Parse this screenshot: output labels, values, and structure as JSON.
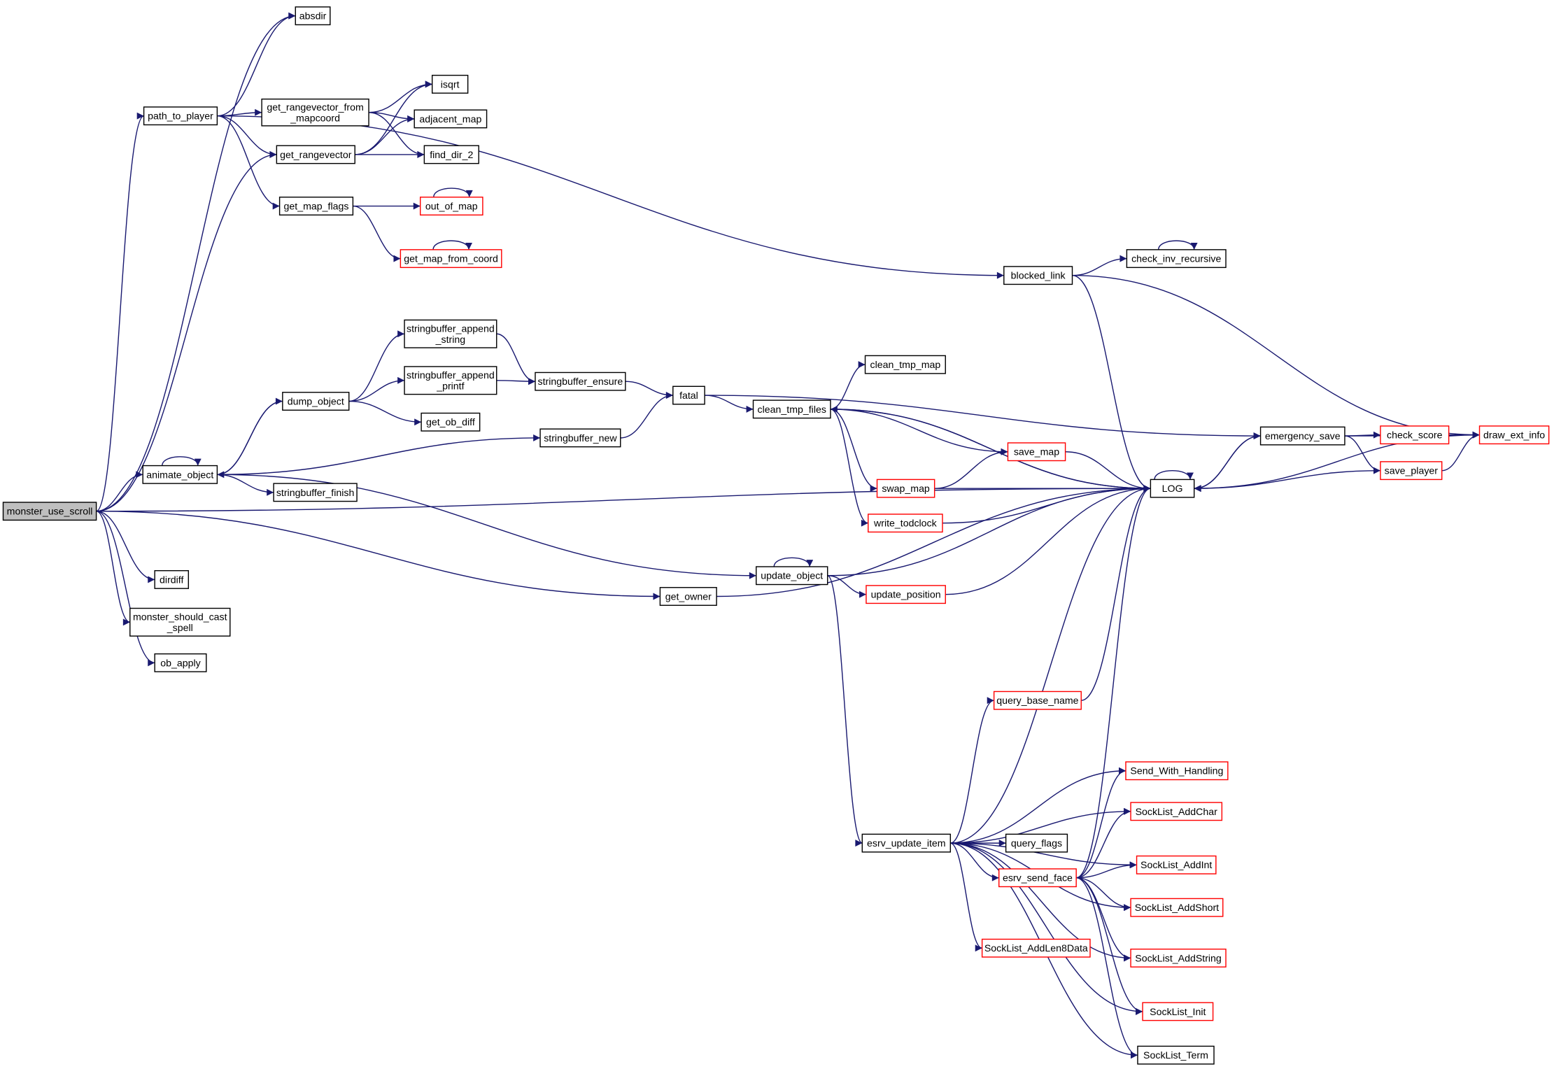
{
  "graph": {
    "root": "monster_use_scroll",
    "edge_color": "#191970",
    "highlight_border_color": "#ff0000",
    "root_fill": "#bfbfbf",
    "nodes": [
      {
        "id": "monster_use_scroll",
        "label": [
          "monster_use_scroll"
        ],
        "red": false
      },
      {
        "id": "absdir",
        "label": [
          "absdir"
        ],
        "red": false
      },
      {
        "id": "path_to_player",
        "label": [
          "path_to_player"
        ],
        "red": false
      },
      {
        "id": "get_rangevector_from_mapcoord",
        "label": [
          "get_rangevector_from",
          "_mapcoord"
        ],
        "red": false
      },
      {
        "id": "isqrt",
        "label": [
          "isqrt"
        ],
        "red": false
      },
      {
        "id": "adjacent_map",
        "label": [
          "adjacent_map"
        ],
        "red": false
      },
      {
        "id": "find_dir_2",
        "label": [
          "find_dir_2"
        ],
        "red": false
      },
      {
        "id": "get_rangevector",
        "label": [
          "get_rangevector"
        ],
        "red": false
      },
      {
        "id": "get_map_flags",
        "label": [
          "get_map_flags"
        ],
        "red": false
      },
      {
        "id": "out_of_map",
        "label": [
          "out_of_map"
        ],
        "red": true
      },
      {
        "id": "get_map_from_coord",
        "label": [
          "get_map_from_coord"
        ],
        "red": true
      },
      {
        "id": "blocked_link",
        "label": [
          "blocked_link"
        ],
        "red": false
      },
      {
        "id": "check_inv_recursive",
        "label": [
          "check_inv_recursive"
        ],
        "red": false
      },
      {
        "id": "stringbuffer_append_string",
        "label": [
          "stringbuffer_append",
          "_string"
        ],
        "red": false
      },
      {
        "id": "stringbuffer_append_printf",
        "label": [
          "stringbuffer_append",
          "_printf"
        ],
        "red": false
      },
      {
        "id": "stringbuffer_ensure",
        "label": [
          "stringbuffer_ensure"
        ],
        "red": false
      },
      {
        "id": "dump_object",
        "label": [
          "dump_object"
        ],
        "red": false
      },
      {
        "id": "get_ob_diff",
        "label": [
          "get_ob_diff"
        ],
        "red": false
      },
      {
        "id": "fatal",
        "label": [
          "fatal"
        ],
        "red": false
      },
      {
        "id": "clean_tmp_map",
        "label": [
          "clean_tmp_map"
        ],
        "red": false
      },
      {
        "id": "clean_tmp_files",
        "label": [
          "clean_tmp_files"
        ],
        "red": false
      },
      {
        "id": "stringbuffer_new",
        "label": [
          "stringbuffer_new"
        ],
        "red": false
      },
      {
        "id": "animate_object",
        "label": [
          "animate_object"
        ],
        "red": false
      },
      {
        "id": "stringbuffer_finish",
        "label": [
          "stringbuffer_finish"
        ],
        "red": false
      },
      {
        "id": "save_map",
        "label": [
          "save_map"
        ],
        "red": true
      },
      {
        "id": "swap_map",
        "label": [
          "swap_map"
        ],
        "red": true
      },
      {
        "id": "LOG",
        "label": [
          "LOG"
        ],
        "red": false
      },
      {
        "id": "write_todclock",
        "label": [
          "write_todclock"
        ],
        "red": true
      },
      {
        "id": "emergency_save",
        "label": [
          "emergency_save"
        ],
        "red": false
      },
      {
        "id": "check_score",
        "label": [
          "check_score"
        ],
        "red": true
      },
      {
        "id": "draw_ext_info",
        "label": [
          "draw_ext_info"
        ],
        "red": true
      },
      {
        "id": "save_player",
        "label": [
          "save_player"
        ],
        "red": true
      },
      {
        "id": "update_object",
        "label": [
          "update_object"
        ],
        "red": false
      },
      {
        "id": "update_position",
        "label": [
          "update_position"
        ],
        "red": true
      },
      {
        "id": "get_owner",
        "label": [
          "get_owner"
        ],
        "red": false
      },
      {
        "id": "dirdiff",
        "label": [
          "dirdiff"
        ],
        "red": false
      },
      {
        "id": "monster_should_cast_spell",
        "label": [
          "monster_should_cast",
          "_spell"
        ],
        "red": false
      },
      {
        "id": "ob_apply",
        "label": [
          "ob_apply"
        ],
        "red": false
      },
      {
        "id": "query_base_name",
        "label": [
          "query_base_name"
        ],
        "red": true
      },
      {
        "id": "Send_With_Handling",
        "label": [
          "Send_With_Handling"
        ],
        "red": true
      },
      {
        "id": "SockList_AddChar",
        "label": [
          "SockList_AddChar"
        ],
        "red": true
      },
      {
        "id": "esrv_update_item",
        "label": [
          "esrv_update_item"
        ],
        "red": false
      },
      {
        "id": "query_flags",
        "label": [
          "query_flags"
        ],
        "red": false
      },
      {
        "id": "SockList_AddInt",
        "label": [
          "SockList_AddInt"
        ],
        "red": true
      },
      {
        "id": "esrv_send_face",
        "label": [
          "esrv_send_face"
        ],
        "red": true
      },
      {
        "id": "SockList_AddShort",
        "label": [
          "SockList_AddShort"
        ],
        "red": true
      },
      {
        "id": "SockList_AddLen8Data",
        "label": [
          "SockList_AddLen8Data"
        ],
        "red": true
      },
      {
        "id": "SockList_AddString",
        "label": [
          "SockList_AddString"
        ],
        "red": true
      },
      {
        "id": "SockList_Init",
        "label": [
          "SockList_Init"
        ],
        "red": true
      },
      {
        "id": "SockList_Term",
        "label": [
          "SockList_Term"
        ],
        "red": false
      }
    ],
    "edges": [
      [
        "monster_use_scroll",
        "absdir"
      ],
      [
        "monster_use_scroll",
        "path_to_player"
      ],
      [
        "monster_use_scroll",
        "get_rangevector"
      ],
      [
        "monster_use_scroll",
        "LOG"
      ],
      [
        "monster_use_scroll",
        "animate_object"
      ],
      [
        "monster_use_scroll",
        "get_owner"
      ],
      [
        "monster_use_scroll",
        "dirdiff"
      ],
      [
        "monster_use_scroll",
        "monster_should_cast_spell"
      ],
      [
        "monster_use_scroll",
        "ob_apply"
      ],
      [
        "path_to_player",
        "absdir"
      ],
      [
        "path_to_player",
        "blocked_link"
      ],
      [
        "path_to_player",
        "get_rangevector_from_mapcoord"
      ],
      [
        "path_to_player",
        "get_rangevector"
      ],
      [
        "path_to_player",
        "get_map_flags"
      ],
      [
        "get_rangevector_from_mapcoord",
        "isqrt"
      ],
      [
        "get_rangevector_from_mapcoord",
        "adjacent_map"
      ],
      [
        "get_rangevector_from_mapcoord",
        "find_dir_2"
      ],
      [
        "get_rangevector",
        "isqrt"
      ],
      [
        "get_rangevector",
        "adjacent_map"
      ],
      [
        "get_rangevector",
        "find_dir_2"
      ],
      [
        "get_map_flags",
        "out_of_map"
      ],
      [
        "get_map_flags",
        "get_map_from_coord"
      ],
      [
        "out_of_map",
        "out_of_map"
      ],
      [
        "get_map_from_coord",
        "get_map_from_coord"
      ],
      [
        "blocked_link",
        "check_inv_recursive"
      ],
      [
        "blocked_link",
        "LOG"
      ],
      [
        "blocked_link",
        "draw_ext_info"
      ],
      [
        "check_inv_recursive",
        "check_inv_recursive"
      ],
      [
        "animate_object",
        "animate_object"
      ],
      [
        "animate_object",
        "dump_object"
      ],
      [
        "animate_object",
        "stringbuffer_new"
      ],
      [
        "animate_object",
        "stringbuffer_finish"
      ],
      [
        "animate_object",
        "update_object"
      ],
      [
        "dump_object",
        "stringbuffer_append_string"
      ],
      [
        "dump_object",
        "stringbuffer_append_printf"
      ],
      [
        "dump_object",
        "get_ob_diff"
      ],
      [
        "dump_object",
        "animate_object"
      ],
      [
        "stringbuffer_append_string",
        "stringbuffer_ensure"
      ],
      [
        "stringbuffer_append_printf",
        "stringbuffer_ensure"
      ],
      [
        "stringbuffer_ensure",
        "fatal"
      ],
      [
        "stringbuffer_new",
        "fatal"
      ],
      [
        "fatal",
        "clean_tmp_files"
      ],
      [
        "fatal",
        "emergency_save"
      ],
      [
        "clean_tmp_files",
        "clean_tmp_map"
      ],
      [
        "clean_tmp_files",
        "save_map"
      ],
      [
        "clean_tmp_files",
        "swap_map"
      ],
      [
        "clean_tmp_files",
        "write_todclock"
      ],
      [
        "clean_tmp_files",
        "LOG"
      ],
      [
        "LOG",
        "clean_tmp_files"
      ],
      [
        "LOG",
        "emergency_save"
      ],
      [
        "LOG",
        "LOG"
      ],
      [
        "emergency_save",
        "check_score"
      ],
      [
        "emergency_save",
        "save_player"
      ],
      [
        "emergency_save",
        "LOG"
      ],
      [
        "emergency_save",
        "draw_ext_info"
      ],
      [
        "check_score",
        "draw_ext_info"
      ],
      [
        "save_player",
        "draw_ext_info"
      ],
      [
        "save_player",
        "LOG"
      ],
      [
        "draw_ext_info",
        "LOG"
      ],
      [
        "save_map",
        "LOG"
      ],
      [
        "swap_map",
        "save_map"
      ],
      [
        "swap_map",
        "LOG"
      ],
      [
        "write_todclock",
        "LOG"
      ],
      [
        "update_object",
        "update_object"
      ],
      [
        "update_object",
        "update_position"
      ],
      [
        "update_object",
        "LOG"
      ],
      [
        "update_object",
        "esrv_update_item"
      ],
      [
        "update_position",
        "LOG"
      ],
      [
        "get_owner",
        "LOG"
      ],
      [
        "esrv_update_item",
        "LOG"
      ],
      [
        "esrv_update_item",
        "query_base_name"
      ],
      [
        "esrv_update_item",
        "Send_With_Handling"
      ],
      [
        "esrv_update_item",
        "SockList_AddChar"
      ],
      [
        "esrv_update_item",
        "SockList_AddInt"
      ],
      [
        "esrv_update_item",
        "query_flags"
      ],
      [
        "esrv_update_item",
        "esrv_send_face"
      ],
      [
        "esrv_update_item",
        "SockList_AddShort"
      ],
      [
        "esrv_update_item",
        "SockList_AddLen8Data"
      ],
      [
        "esrv_update_item",
        "SockList_AddString"
      ],
      [
        "esrv_update_item",
        "SockList_Init"
      ],
      [
        "esrv_update_item",
        "SockList_Term"
      ],
      [
        "query_base_name",
        "LOG"
      ],
      [
        "esrv_send_face",
        "LOG"
      ],
      [
        "esrv_send_face",
        "Send_With_Handling"
      ],
      [
        "esrv_send_face",
        "SockList_AddChar"
      ],
      [
        "esrv_send_face",
        "SockList_AddInt"
      ],
      [
        "esrv_send_face",
        "SockList_AddShort"
      ],
      [
        "esrv_send_face",
        "SockList_AddString"
      ],
      [
        "esrv_send_face",
        "SockList_Init"
      ],
      [
        "esrv_send_face",
        "SockList_Term"
      ]
    ]
  }
}
